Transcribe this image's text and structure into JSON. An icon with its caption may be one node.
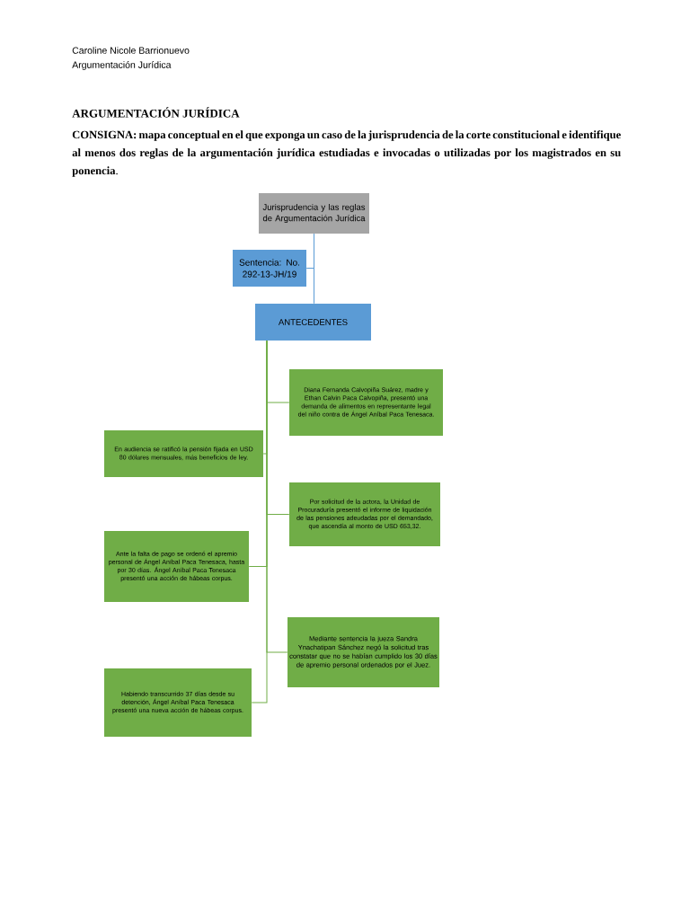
{
  "diagram": {
    "title": "ARGUMENTACIÓN JURÍDICA",
    "nodes": [
      {
        "text": [
          "Jurisprudencia y las reglas de Argumentación Jurídica"
        ]
      },
      {
        "text": [
          "Sentencia: No. 292-13-JH/19"
        ]
      },
      {
        "text": [
          "ANTECEDENTES"
        ]
      },
      {
        "text": [
          "Diana Fernanda Calvopiña Suárez, madre y Ethan Calvin Paca Calvopiña, presentó una demanda de alimentos en representante legal del niño contra de Ángel Aníbal Paca Tenesaca."
        ]
      },
      {
        "text": [
          "En audiencia se ratificó la pensión fijada en USD 80 dólares mensuales, más beneficios de ley."
        ]
      },
      {
        "text": [
          "Por solicitud de la actora, la Unidad de Procuraduría presentó el informe de liquidación de las pensiones adeudadas por el demandado, que ascendía al monto de USD 653,32."
        ]
      },
      {
        "text": [
          "Ante la falta de pago se ordenó el apremio personal de Ángel Aníbal Paca Tenesaca, hasta por 30 días. Ángel Aníbal Paca Tenesaca presentó una acción de hábeas corpus."
        ]
      },
      {
        "text": [
          "Mediante sentencia la jueza Sandra Ynachatipan Sánchez negó la solicitud tras constatar que no se habían cumplido los 30 días de apremio personal ordenados por el Juez."
        ]
      },
      {
        "text": [
          "Habiendo transcurrido 37 días desde su detención, Ángel Aníbal Paca Tenesaca presentó una nueva acción de hábeas corpus."
        ]
      }
    ],
    "edges": [
      {
        "from": 0,
        "to": 1,
        "arrow": "none",
        "color": "#5b9bd5"
      },
      {
        "from": 0,
        "to": 2,
        "arrow": "none",
        "color": "#5b9bd5"
      },
      {
        "from": 2,
        "to": 3,
        "arrow": "none"
      },
      {
        "from": 2,
        "to": 4,
        "arrow": "none"
      },
      {
        "from": 2,
        "to": 5,
        "arrow": "none"
      },
      {
        "from": 2,
        "to": 6,
        "arrow": "none"
      },
      {
        "from": 2,
        "to": 7,
        "arrow": "none"
      },
      {
        "from": 2,
        "to": 8,
        "arrow": "none"
      }
    ],
    "labels": [
      "Caroline Nicole Barrionuevo",
      "Argumentación Jurídica",
      "**CONSIGNA: mapa conceptual en el que exponga un caso de la jurisprudencia de la corte constitucional e identifique al menos dos reglas de la argumentación jurídica estudiadas e invocadas o utilizadas por los magistrados en su ponencia**."
    ]
  }
}
